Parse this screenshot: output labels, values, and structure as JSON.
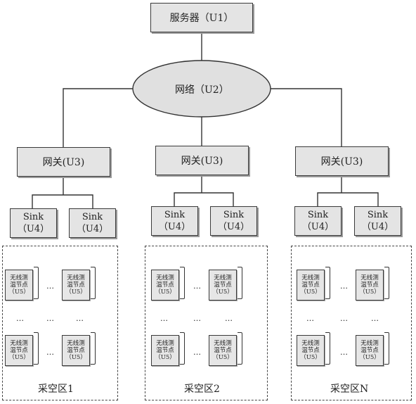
{
  "server": {
    "label": "服务器（U1）"
  },
  "network": {
    "label": "网络（U2）"
  },
  "gateways": [
    {
      "label": "网关(U3)"
    },
    {
      "label": "网关(U3)"
    },
    {
      "label": "网关(U3)"
    }
  ],
  "sink": {
    "line1": "Sink",
    "line2": "（U4）"
  },
  "node": {
    "line1": "无线测",
    "line2": "温节点",
    "line3": "（U5）"
  },
  "ellipsis": "…",
  "zones": [
    {
      "label": "采空区1"
    },
    {
      "label": "采空区2"
    },
    {
      "label": "采空区N"
    }
  ]
}
